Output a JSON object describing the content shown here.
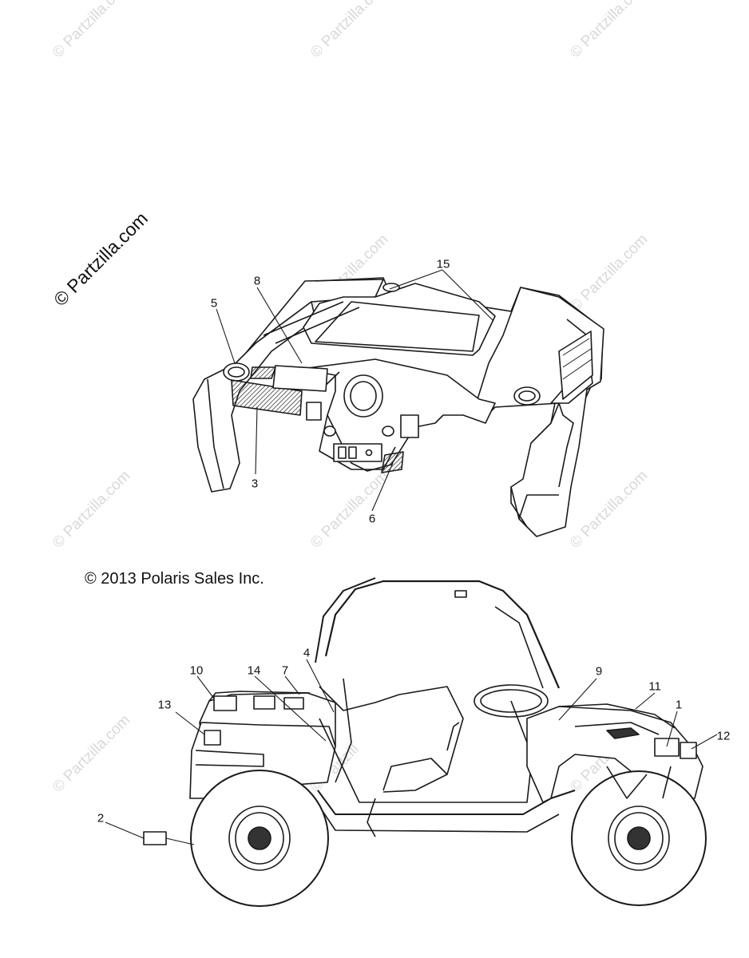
{
  "watermark": {
    "text": "© Partzilla.com"
  },
  "brand_text": "© Partzilla.com",
  "copyright": "© 2013 Polaris Sales Inc.",
  "callouts": {
    "c1": "1",
    "c2": "2",
    "c3": "3",
    "c4": "4",
    "c5": "5",
    "c6": "6",
    "c7": "7",
    "c8": "8",
    "c9": "9",
    "c10": "10",
    "c11": "11",
    "c12": "12",
    "c13": "13",
    "c14": "14",
    "c15": "15"
  }
}
